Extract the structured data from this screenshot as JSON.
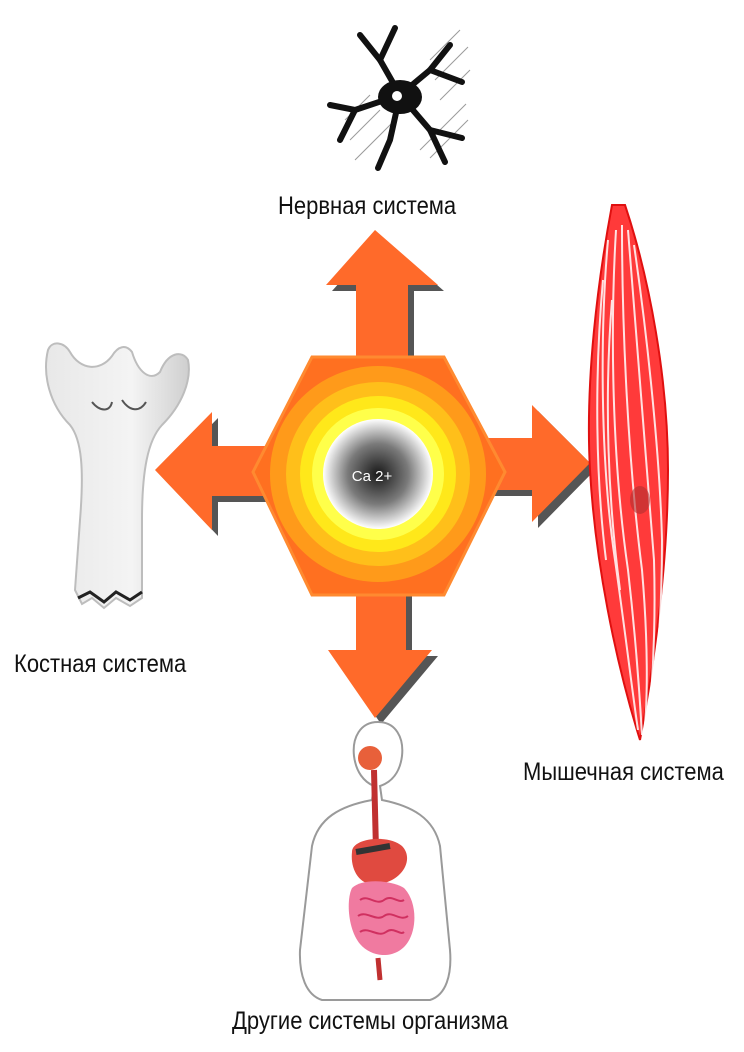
{
  "center": {
    "label": "Ca 2+"
  },
  "systems": {
    "nervous": {
      "label": "Нервная система",
      "icon": "neuron-icon"
    },
    "bone": {
      "label": "Костная система",
      "icon": "bone-icon"
    },
    "muscle": {
      "label": "Мышечная система",
      "icon": "muscle-icon"
    },
    "other": {
      "label": "Другие системы организма",
      "icon": "human-digestive-icon"
    }
  },
  "colors": {
    "arrow": "#ff6a2a",
    "arrow_shadow": "#5a5a5a",
    "hex_outer": "#ff7020",
    "ring_orange": "#ff9a1a",
    "ring_yellow": "#ffd21a",
    "ring_bright": "#ffff33",
    "muscle": "#ff2a2a"
  }
}
